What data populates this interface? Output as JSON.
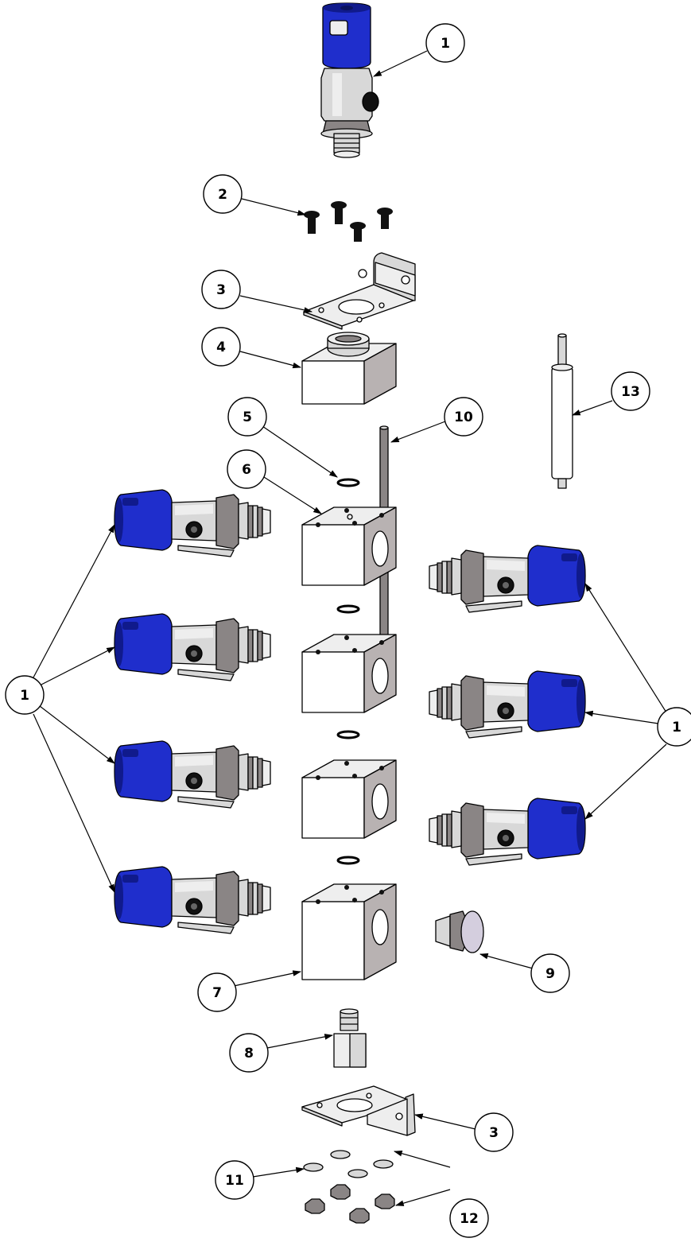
{
  "callouts": {
    "c1_top": "1",
    "c2": "2",
    "c3_top": "3",
    "c4": "4",
    "c5": "5",
    "c6": "6",
    "c7": "7",
    "c8": "8",
    "c9": "9",
    "c10": "10",
    "c11": "11",
    "c12": "12",
    "c13": "13",
    "c1_left": "1",
    "c1_right": "1",
    "c3_bottom": "3"
  },
  "colors": {
    "valve_cap": "#1f2ecc",
    "metal": "#d8d8d8",
    "block_side": "#b8b2b2",
    "outline": "#000000"
  },
  "icons": {
    "arrowhead": "filled-triangle-arrow"
  }
}
